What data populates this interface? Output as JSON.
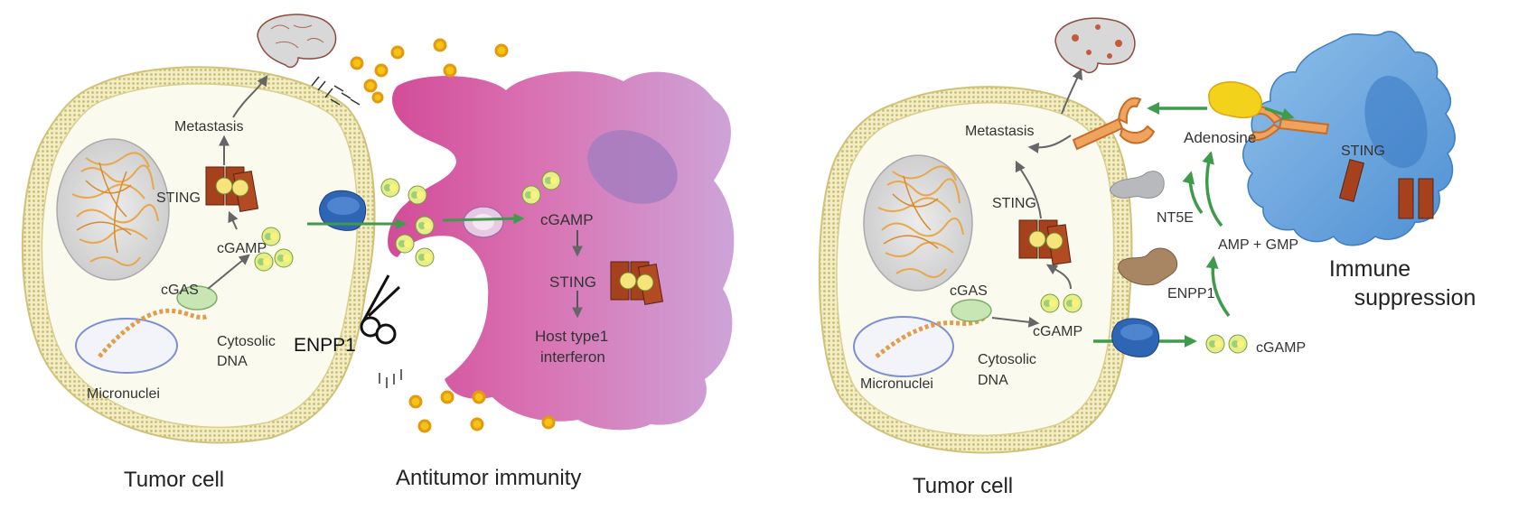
{
  "panel_left": {
    "cell_caption": "Tumor cell",
    "immune_caption": "Antitumor immunity",
    "labels": {
      "metastasis": "Metastasis",
      "sting": "STING",
      "cgamp": "cGAMP",
      "cgas": "cGAS",
      "cytosolic": "Cytosolic",
      "dna": "DNA",
      "enpp1": "ENPP1",
      "micronuclei": "Micronuclei",
      "cgamp_immune": "cGAMP",
      "sting_immune": "STING",
      "host1": "Host type1",
      "host2": "interferon"
    }
  },
  "panel_right": {
    "cell_caption": "Tumor cell",
    "immune_caption_1": "Immune",
    "immune_caption_2": "suppression",
    "labels": {
      "metastasis": "Metastasis",
      "sting": "STING",
      "cgas": "cGAS",
      "cgamp": "cGAMP",
      "cytosolic": "Cytosolic",
      "dna": "DNA",
      "micronuclei": "Micronuclei",
      "adenosine": "Adenosine",
      "nt5e": "NT5E",
      "amp_gmp": "AMP + GMP",
      "enpp1": "ENPP1",
      "cgamp_ext": "cGAMP",
      "sting_immune": "STING"
    }
  },
  "colors": {
    "membrane": "#e3dc9c",
    "cytoplasm": "#fbfaef",
    "green_arrow": "#3f9b4b",
    "immune_pink": "#d65fa5",
    "immune_blue": "#6fa7de",
    "sting_brown": "#a5411d",
    "cytokine_yellow": "#f4c316",
    "adenosine_yellow": "#f3d21c",
    "receptor_orange": "#f0a35d"
  }
}
